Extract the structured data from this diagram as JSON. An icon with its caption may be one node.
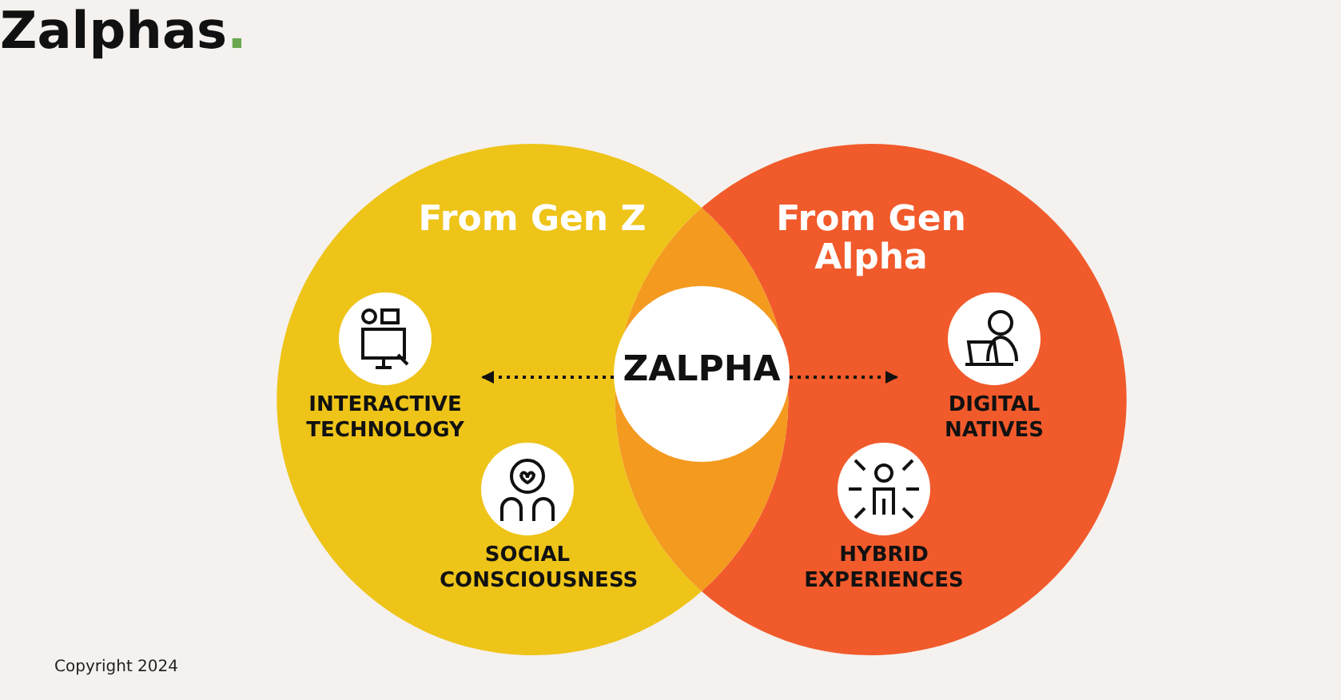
{
  "diagram": {
    "title": "Zalphas.",
    "nodes": [
      {
        "text": [
          "From Gen Z"
        ]
      },
      {
        "text": [
          "From Gen Alpha"
        ]
      },
      {
        "text": [
          "ZALPHA"
        ]
      },
      {
        "text": [
          "INTERACTIVE TECHNOLOGY"
        ],
        "in": 0
      },
      {
        "text": [
          "SOCIAL CONSCIOUSNESS"
        ],
        "in": 0
      },
      {
        "text": [
          "DIGITAL NATIVES"
        ],
        "in": 1
      },
      {
        "text": [
          "HYBRID EXPERIENCES"
        ],
        "in": 1
      }
    ],
    "edges": [
      {
        "from": 2,
        "to": 3,
        "arrow": "to",
        "style": "dashed"
      },
      {
        "from": 2,
        "to": 5,
        "arrow": "to",
        "style": "dashed"
      }
    ],
    "labels": [
      "Copyright 2024"
    ]
  }
}
